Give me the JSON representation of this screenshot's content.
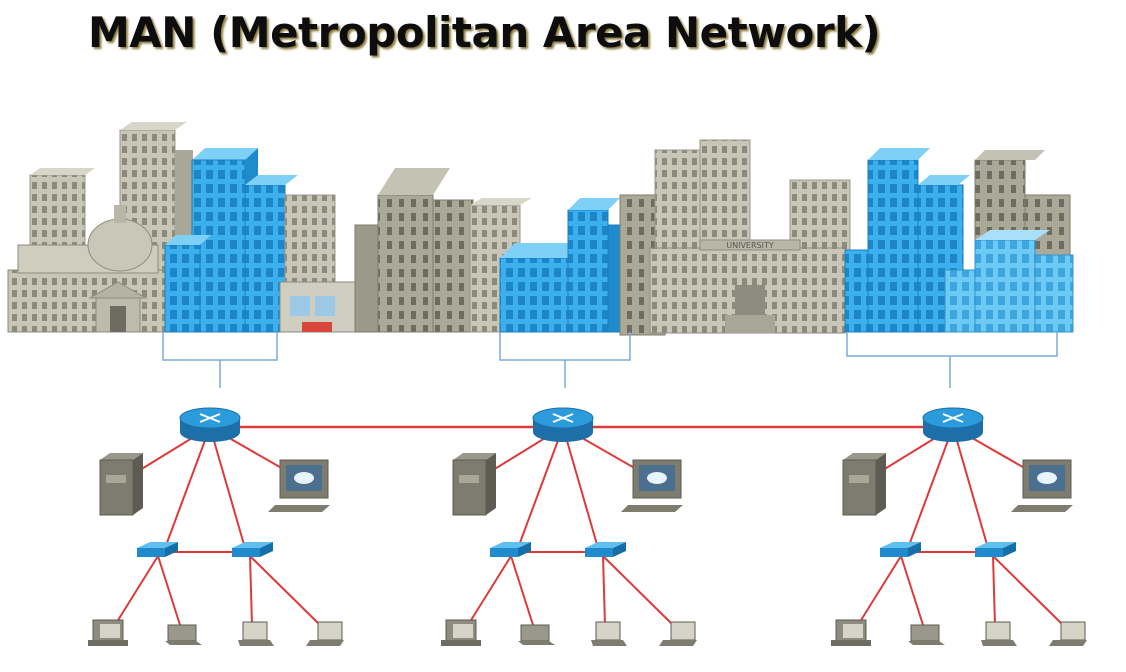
{
  "title": "MAN (Metropolitan Area Network)",
  "signage": {
    "university_label": "UNIVERSITY"
  },
  "colors": {
    "link": "#dd3a3a",
    "bracket": "#7eaadb",
    "building_blue": "#3fb0ee",
    "building_gray": "#bdbba8",
    "router": "#1e8ed0"
  },
  "nodes": [
    {
      "id": "site-1",
      "icons": [
        "router-icon",
        "server-icon",
        "monitor-icon",
        "switch-icon",
        "switch-icon",
        "computer-icon",
        "printer-icon",
        "laptop-icon",
        "laptop-icon"
      ]
    },
    {
      "id": "site-2",
      "icons": [
        "router-icon",
        "server-icon",
        "monitor-icon",
        "switch-icon",
        "switch-icon",
        "computer-icon",
        "printer-icon",
        "laptop-icon",
        "laptop-icon"
      ]
    },
    {
      "id": "site-3",
      "icons": [
        "router-icon",
        "server-icon",
        "monitor-icon",
        "switch-icon",
        "switch-icon",
        "computer-icon",
        "printer-icon",
        "laptop-icon",
        "laptop-icon"
      ]
    }
  ]
}
